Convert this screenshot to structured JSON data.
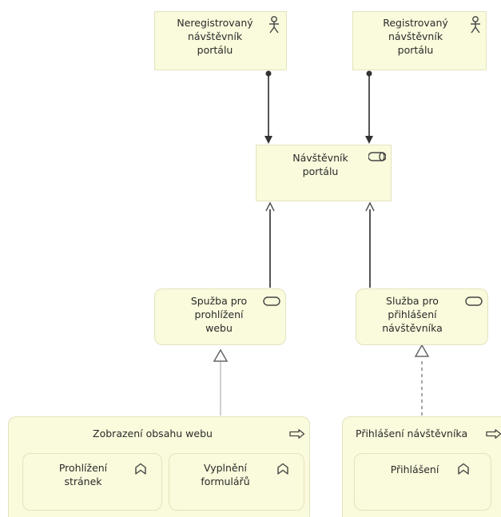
{
  "elements": {
    "unregistered_visitor": "Neregistrovaný\nnávštěvník\nportálu",
    "registered_visitor": "Registrovaný\nnávštěvník\nportálu",
    "portal_visitor_role": "Návštěvník\nportálu",
    "browse_service": "Spužba pro\nprohlížení\nwebu",
    "login_service": "Služba pro\npřihlášení\nnávštěvníka",
    "display_content_process": "Zobrazení obsahu webu",
    "browse_pages_function": "Prohlížení\nstránek",
    "fill_forms_function": "Vyplnění\nformulářů",
    "visitor_login_process": "Přihlášení návštěvníka",
    "login_function": "Přihlášení"
  },
  "icons": {
    "actor": "actor-icon",
    "role": "role-icon",
    "service": "service-icon",
    "process": "process-arrow-icon",
    "function": "function-icon"
  },
  "colors": {
    "element_fill": "#fafadc",
    "element_border": "#e3e3bf",
    "connector": "#555555"
  }
}
